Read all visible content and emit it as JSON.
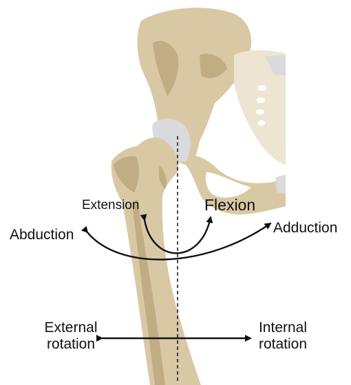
{
  "labels": {
    "extension": "Extension",
    "flexion": "Flexion",
    "abduction": "Abduction",
    "adduction": "Adduction",
    "external_rotation": [
      "External",
      "rotation"
    ],
    "internal_rotation": [
      "Internal",
      "rotation"
    ]
  },
  "colors": {
    "bone": "#d8c8a4",
    "bone_shadow": "#c1ad84",
    "bone_highlight": "#e8dcc3",
    "sacrum": "#ede5d2",
    "cartilage": "#d9dadb",
    "arrow": "#111111"
  }
}
